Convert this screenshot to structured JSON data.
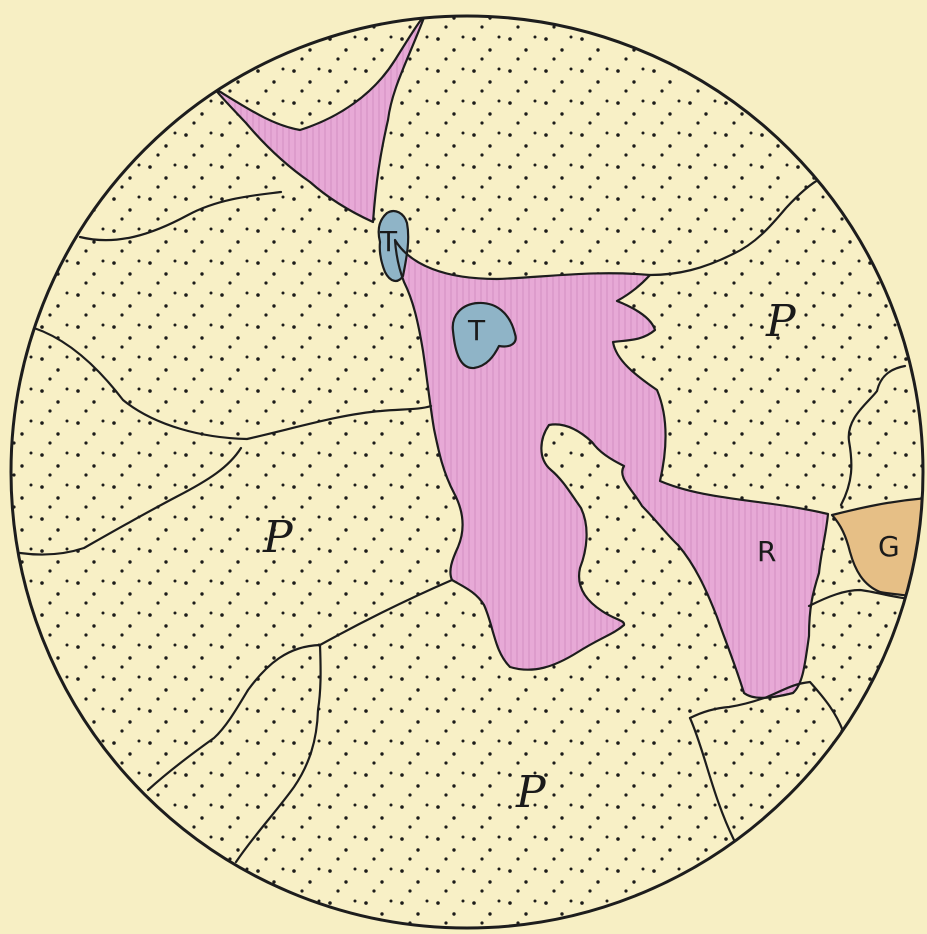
{
  "colors": {
    "paper": "#f7efc4",
    "plagioclase": "#f8f0c6",
    "pink_mineral": "#e7a9d6",
    "blue_mineral": "#8fb4c7",
    "orange_mineral": "#e6bf86",
    "outline": "#1d1d1d",
    "dot": "#111111"
  },
  "labels": {
    "p_left": "P",
    "p_right": "P",
    "p_bottom": "P",
    "t_upper": "T",
    "t_center": "T",
    "r": "R",
    "g": "G"
  }
}
